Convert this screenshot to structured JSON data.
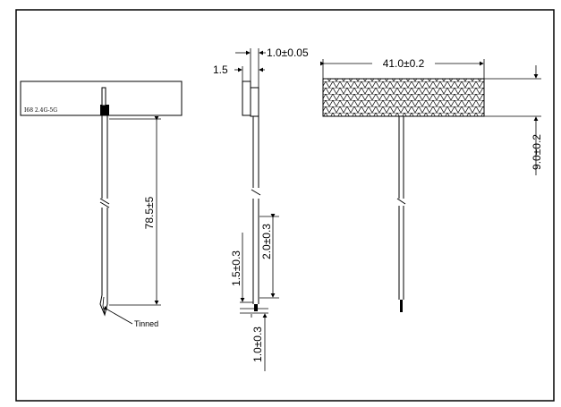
{
  "drawing": {
    "stroke_color": "#000000",
    "background": "#ffffff"
  },
  "front_view": {
    "part_marking": "I68 2.4G-5G",
    "cable_length": "78.5±5",
    "tinned_note": "Tinned"
  },
  "side_view": {
    "thickness_total": "1.5",
    "thickness_plate": "1.0±0.05",
    "strip_length_a": "1.5±0.3",
    "strip_length_b": "2.0±0.3",
    "tip_length": "1.0±0.3"
  },
  "top_view": {
    "length": "41.0±0.2",
    "width": "9.0±0.2"
  }
}
